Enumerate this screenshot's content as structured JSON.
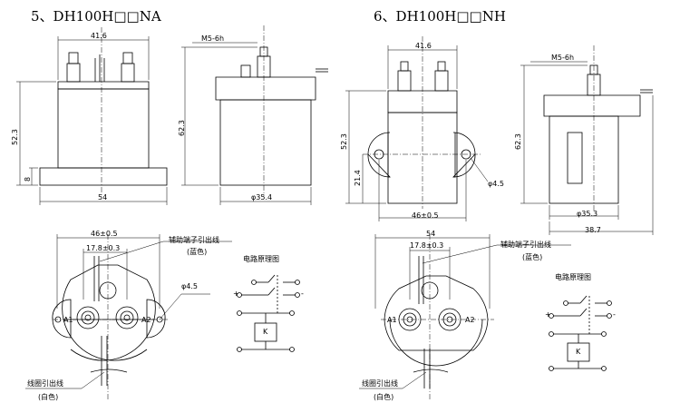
{
  "section1": {
    "title": "5、DH100H□□NA",
    "dim_top_width": "41.6",
    "dim_height": "52.3",
    "dim_base_height": "8",
    "dim_base_width": "54",
    "dim_thread": "M5-6h",
    "dim_side_height": "62.3",
    "dim_diameter": "φ35.4",
    "dim_mount_spacing": "46±0.5",
    "dim_aux_spacing": "17.8±0.3",
    "dim_hole": "φ4.5",
    "aux_lead_label": "辅助端子引出线",
    "aux_lead_color": "(蓝色)",
    "coil_lead_label": "线圈引出线",
    "coil_lead_color": "(白色)",
    "circuit_title": "电路原理图",
    "terminal_a1": "A1",
    "terminal_a2": "A2",
    "coil_label": "K",
    "plus": "+",
    "minus": "-"
  },
  "section2": {
    "title": "6、DH100H□□NH",
    "dim_top_width": "41.6",
    "dim_height": "52.3",
    "dim_flange_height": "21.4",
    "dim_hole_side": "φ4.5",
    "dim_mount_spacing": "46±0.5",
    "dim_thread": "M5-6h",
    "dim_side_height": "62.3",
    "dim_diameter": "φ35.3",
    "dim_depth": "38.7",
    "dim_flange_width": "54",
    "dim_aux_spacing": "17.8±0.3",
    "aux_lead_label": "辅助端子引出线",
    "aux_lead_color": "(蓝色)",
    "coil_lead_label": "线圈引出线",
    "coil_lead_color": "(白色)",
    "circuit_title": "电路原理图",
    "terminal_a1": "A1",
    "terminal_a2": "A2",
    "coil_label": "K",
    "plus": "+",
    "minus": "-"
  }
}
